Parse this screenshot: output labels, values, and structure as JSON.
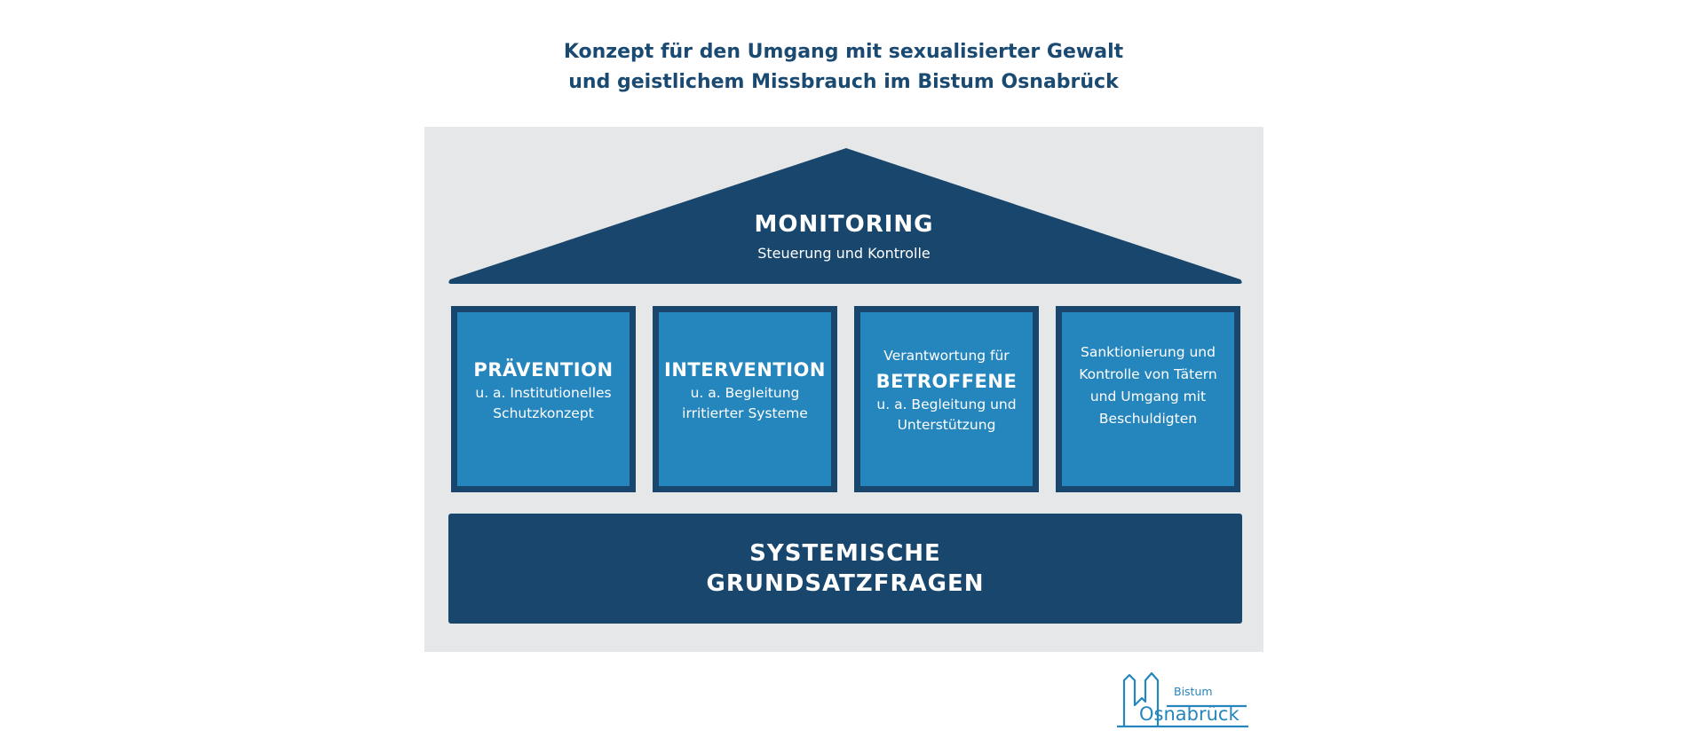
{
  "header": {
    "title_line1": "Konzept für den Umgang mit sexualisierter Gewalt",
    "title_line2": "und geistlichem Missbrauch im Bistum Osnabrück"
  },
  "roof": {
    "title": "MONITORING",
    "subtitle": "Steuerung und Kontrolle"
  },
  "pillars": [
    {
      "pre": "",
      "title": "PRÄVENTION",
      "text_line1": "u. a. Institutionelles",
      "text_line2": "Schutzkonzept"
    },
    {
      "pre": "",
      "title": "INTERVENTION",
      "text_line1": "u. a. Begleitung",
      "text_line2": "irritierter Systeme"
    },
    {
      "pre": "Verantwortung für",
      "title": "BETROFFENE",
      "text_line1": "u. a. Begleitung und",
      "text_line2": "Unterstützung"
    },
    {
      "lines": [
        "Sanktionierung und",
        "Kontrolle von Tätern",
        "und Umgang mit",
        "Beschuldigten"
      ]
    }
  ],
  "base": {
    "line1": "SYSTEMISCHE",
    "line2": "GRUNDSATZFRAGEN"
  },
  "logo": {
    "small": "Bistum",
    "big": "Osnabrück",
    "icon": "church-towers-icon"
  },
  "colors": {
    "dark_blue": "#18466c",
    "mid_blue": "#2585bd",
    "panel_grey": "#e6e7e9",
    "title_blue": "#1a4a72"
  }
}
